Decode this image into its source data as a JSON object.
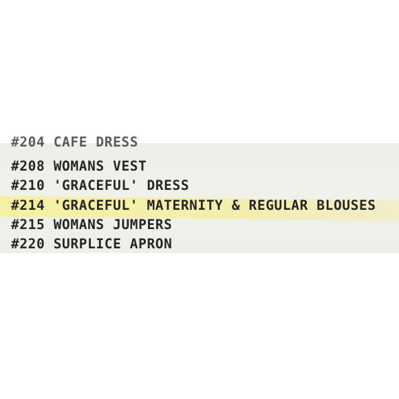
{
  "document": {
    "cut_off_line": "#204 CAFE DRESS",
    "lines": [
      {
        "number": "#208",
        "title": "WOMANS VEST",
        "highlighted": false
      },
      {
        "number": "#210",
        "title": "'GRACEFUL' DRESS",
        "highlighted": false
      },
      {
        "number": "#214",
        "title": "'GRACEFUL' MATERNITY & REGULAR BLOUSES",
        "highlighted": true
      },
      {
        "number": "#215",
        "title": "WOMANS JUMPERS",
        "highlighted": false
      },
      {
        "number": "#220",
        "title": "SURPLICE APRON",
        "highlighted": false
      }
    ],
    "highlight_color": "#f5ef96",
    "paper_color": "#f0f0eb",
    "ink_color": "#262626"
  }
}
